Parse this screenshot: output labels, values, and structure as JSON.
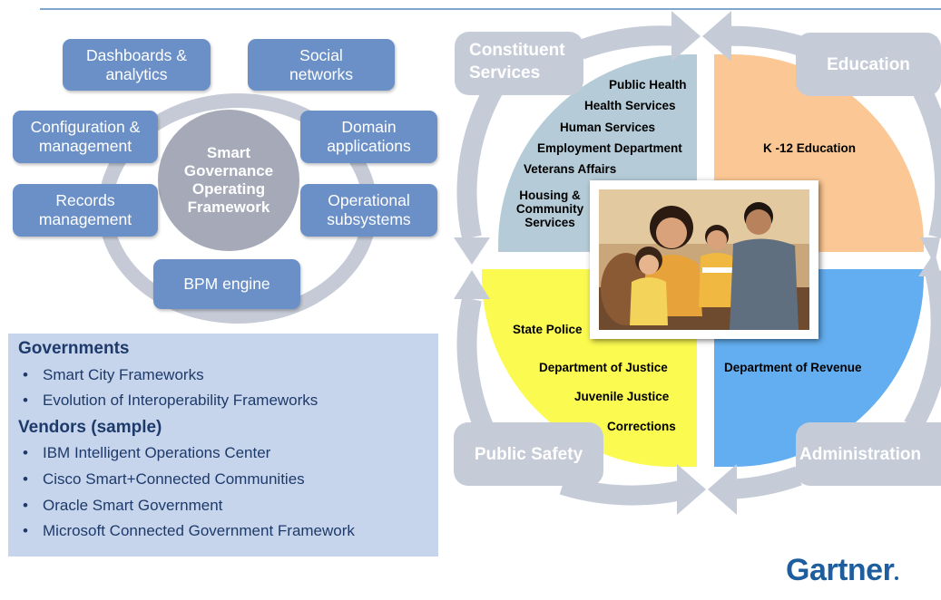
{
  "framework": {
    "hub": "Smart\nGovernance\nOperating\nFramework",
    "nodes": {
      "dashboards": "Dashboards &\nanalytics",
      "social": "Social\nnetworks",
      "config": "Configuration &\nmanagement",
      "domain": "Domain\napplications",
      "records": "Records\nmanagement",
      "operational": "Operational\nsubsystems",
      "bpm": "BPM engine"
    }
  },
  "panel": {
    "heading1": "Governments",
    "gov_items": [
      "Smart City Frameworks",
      "Evolution of Interoperability Frameworks"
    ],
    "heading2": "Vendors (sample)",
    "vendor_items": [
      "IBM Intelligent Operations Center",
      "Cisco Smart+Connected Communities",
      "Oracle Smart Government",
      "Microsoft Connected Government Framework"
    ],
    "bullet": "•"
  },
  "cycle": {
    "tags": {
      "constituent": "Constituent\nServices",
      "education": "Education",
      "public_safety": "Public Safety",
      "administration": "Administration"
    },
    "constituent_items": [
      "Public Health",
      "Health Services",
      "Human Services",
      "Employment Department",
      "Veterans Affairs"
    ],
    "housing": [
      "Housing &",
      "Community",
      "Services"
    ],
    "education_items": [
      "K -12 Education"
    ],
    "safety_items": [
      "State Police",
      "Department of Justice",
      "Juvenile Justice",
      "Corrections"
    ],
    "administration_items": [
      "Department of Revenue"
    ]
  },
  "colors": {
    "node_blue": "#6b90c8",
    "ring_gray": "#c5cad6",
    "quad_constituent": "#b5ccd8",
    "quad_education": "#fbc895",
    "quad_safety": "#fafa50",
    "quad_admin": "#63aef0",
    "brand": "#1f5e9e"
  },
  "logo": "Gartner"
}
